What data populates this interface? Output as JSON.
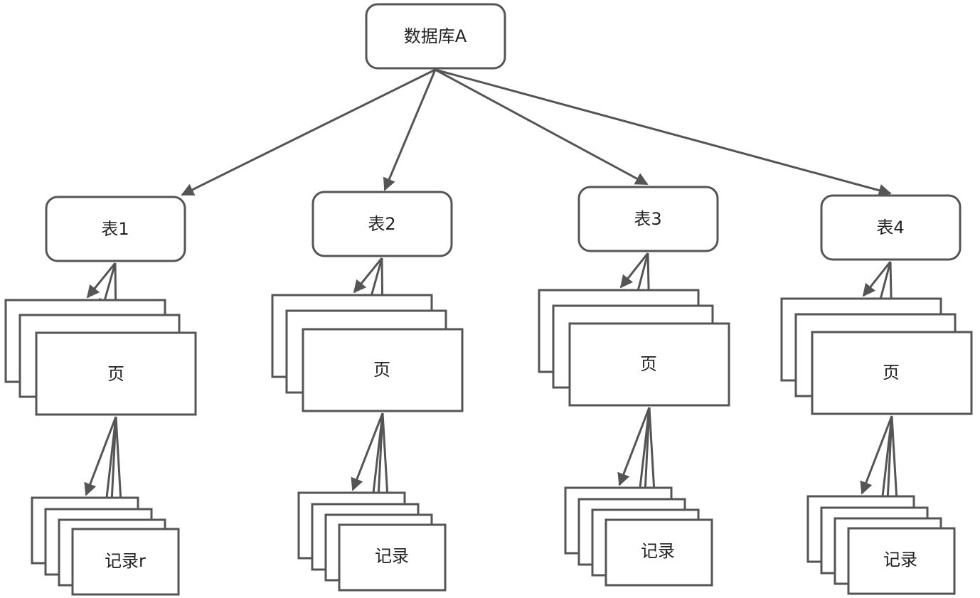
{
  "root": {
    "label": "数据库A"
  },
  "tables": [
    {
      "label": "表1",
      "page_label": "页",
      "record_label": "记录r"
    },
    {
      "label": "表2",
      "page_label": "页",
      "record_label": "记录"
    },
    {
      "label": "表3",
      "page_label": "页",
      "record_label": "记录"
    },
    {
      "label": "表4",
      "page_label": "页",
      "record_label": "记录"
    }
  ],
  "colors": {
    "stroke": "#555555",
    "fill": "#ffffff",
    "text": "#222222"
  }
}
